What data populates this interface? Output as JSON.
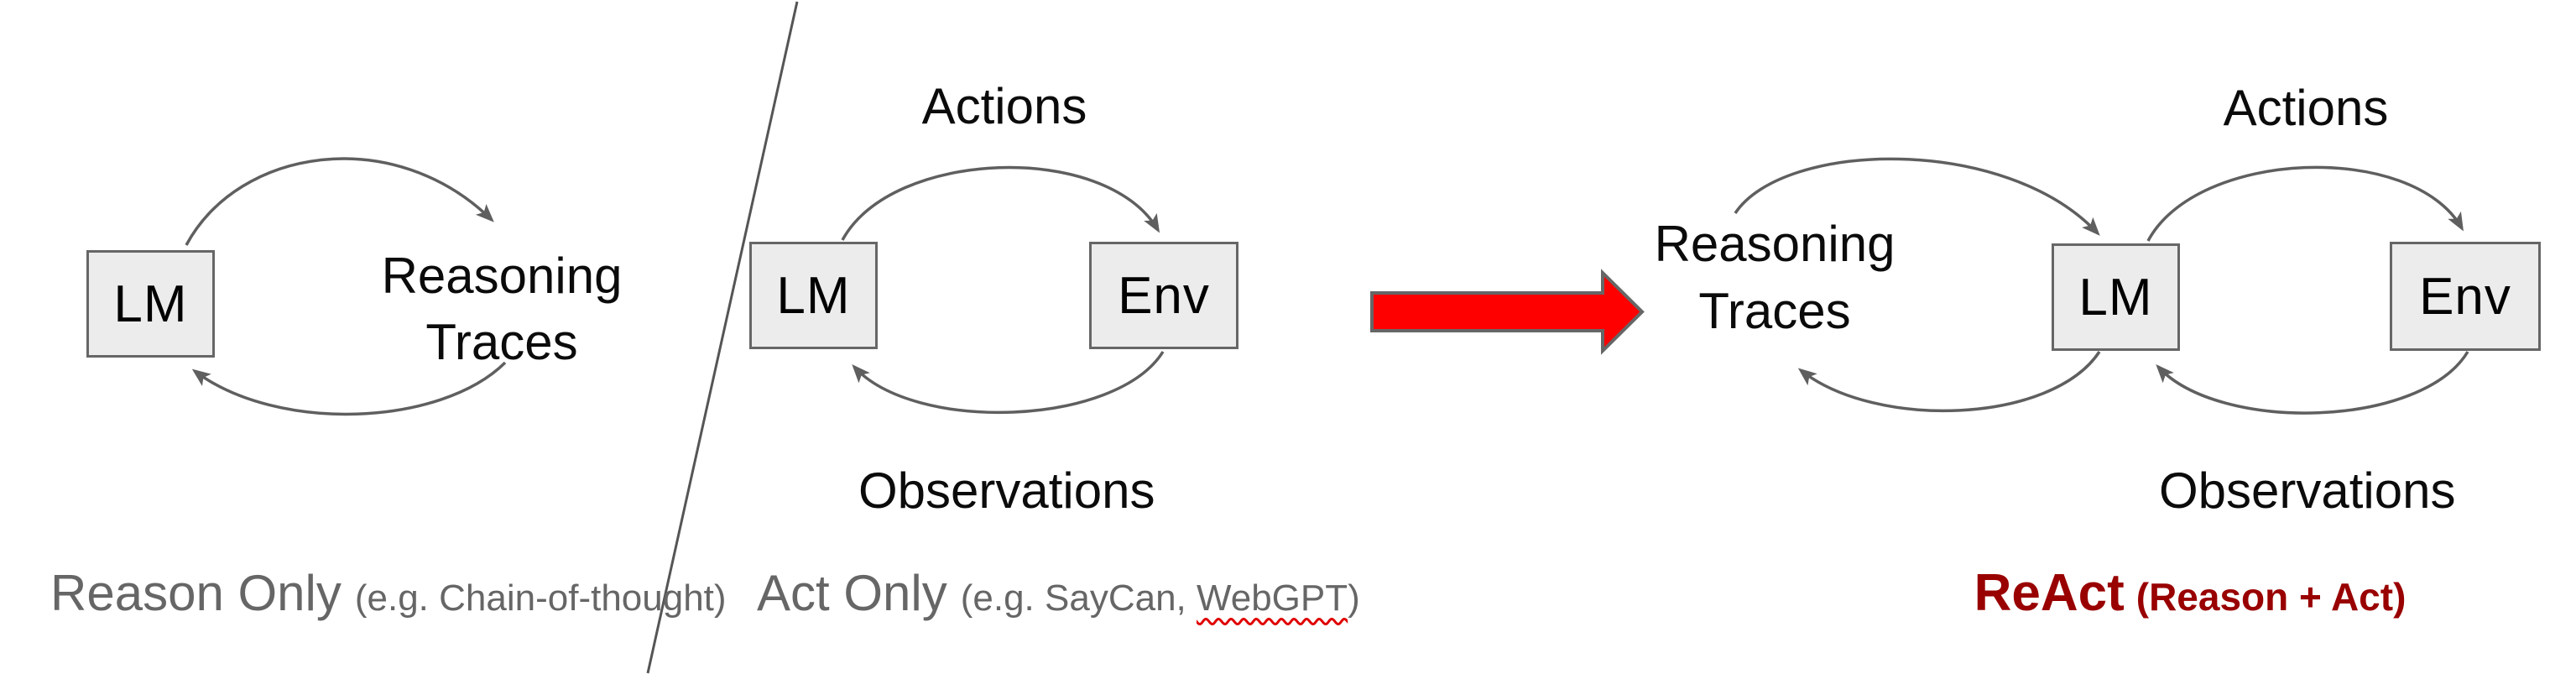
{
  "panels": {
    "reason_only": {
      "node_lm": "LM",
      "loop_label": [
        "Reasoning",
        "Traces"
      ],
      "caption_main": "Reason Only",
      "caption_detail": "(e.g. Chain-of-thought)"
    },
    "act_only": {
      "node_lm": "LM",
      "node_env": "Env",
      "label_top": "Actions",
      "label_bottom": "Observations",
      "caption_main": "Act Only",
      "caption_detail_prefix": "(e.g. SayCan, ",
      "caption_detail_misspelled": "WebGPT",
      "caption_detail_suffix": ")"
    },
    "react": {
      "loop_label": [
        "Reasoning",
        "Traces"
      ],
      "node_lm": "LM",
      "node_env": "Env",
      "label_top": "Actions",
      "label_bottom": "Observations",
      "caption_main": "ReAct",
      "caption_detail": "(Reason + Act)"
    }
  },
  "colors": {
    "node_fill": "#ececec",
    "node_border": "#666666",
    "arc_stroke": "#5f5f5f",
    "separator_stroke": "#555555",
    "caption_gray": "#666666",
    "react_red": "#990000",
    "big_arrow_fill": "#ff0000",
    "big_arrow_border": "#666666",
    "spellcheck_squiggle": "#e00000",
    "text_black": "#000000"
  }
}
